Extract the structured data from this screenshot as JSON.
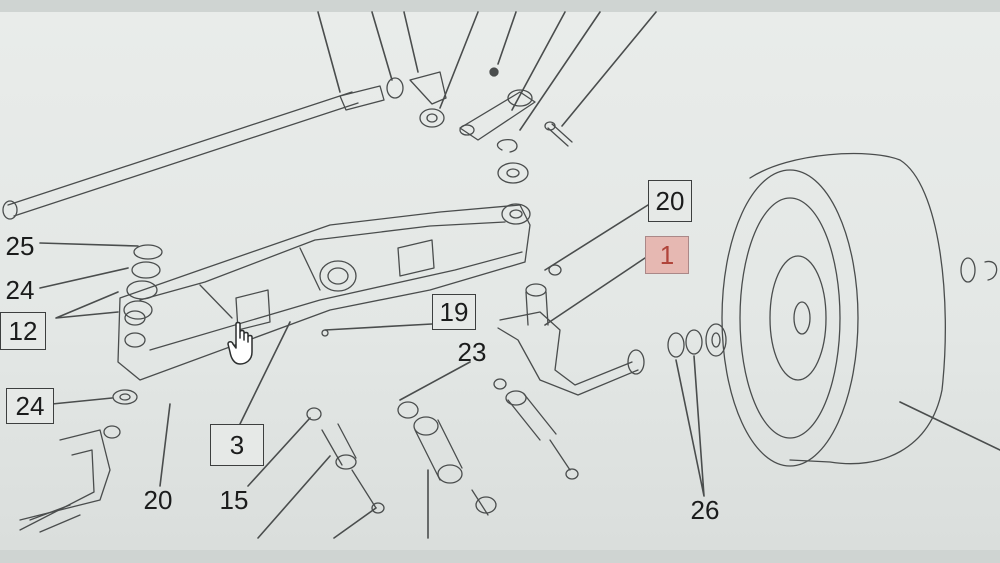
{
  "diagram": {
    "callouts": [
      {
        "id": "c20a",
        "label": "20",
        "highlighted": false,
        "boxed": true
      },
      {
        "id": "c1",
        "label": "1",
        "highlighted": true,
        "boxed": true
      },
      {
        "id": "c25",
        "label": "25",
        "highlighted": false,
        "boxed": false
      },
      {
        "id": "c24a",
        "label": "24",
        "highlighted": false,
        "boxed": false
      },
      {
        "id": "c12",
        "label": "12",
        "highlighted": false,
        "boxed": true
      },
      {
        "id": "c19",
        "label": "19",
        "highlighted": false,
        "boxed": true
      },
      {
        "id": "c23",
        "label": "23",
        "highlighted": false,
        "boxed": false
      },
      {
        "id": "c24b",
        "label": "24",
        "highlighted": false,
        "boxed": true
      },
      {
        "id": "c3",
        "label": "3",
        "highlighted": false,
        "boxed": true
      },
      {
        "id": "c20b",
        "label": "20",
        "highlighted": false,
        "boxed": false
      },
      {
        "id": "c15",
        "label": "15",
        "highlighted": false,
        "boxed": false
      },
      {
        "id": "c26",
        "label": "26",
        "highlighted": false,
        "boxed": false
      }
    ],
    "colors": {
      "line": "#4a4d4d",
      "highlight": "#e6b8b2",
      "highlight_text": "#b0443a"
    }
  }
}
